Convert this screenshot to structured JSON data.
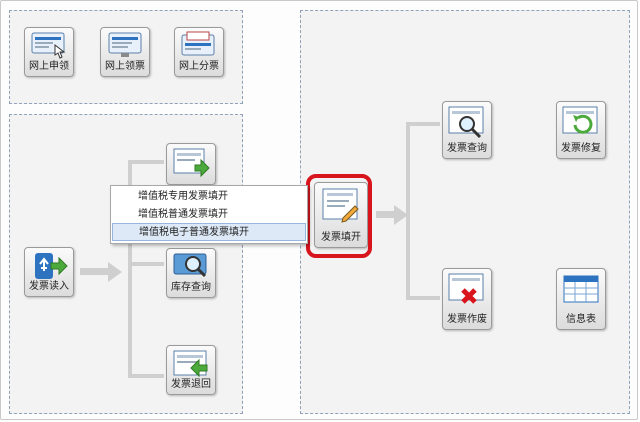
{
  "top_panel": {
    "tiles": [
      {
        "label": "网上申领"
      },
      {
        "label": "网上领票"
      },
      {
        "label": "网上分票"
      }
    ]
  },
  "left_panel": {
    "read_tile": {
      "label": "发票读入"
    },
    "inventory_tile": {
      "label": "库存查询"
    },
    "return_tile": {
      "label": "发票退回"
    }
  },
  "center": {
    "fill_tile": {
      "label": "发票填开"
    }
  },
  "context_menu": {
    "items": [
      {
        "label": "增值税专用发票填开"
      },
      {
        "label": "增值税普通发票填开"
      },
      {
        "label": "增值税电子普通发票填开"
      }
    ],
    "selected_index": 2
  },
  "right_panel": {
    "query_tile": {
      "label": "发票查询"
    },
    "repair_tile": {
      "label": "发票修复"
    },
    "void_tile": {
      "label": "发票作废"
    },
    "info_tile": {
      "label": "信息表"
    }
  },
  "colors": {
    "highlight": "#d8141c",
    "accent_blue": "#2d73c0",
    "accent_green": "#4caa3c"
  }
}
